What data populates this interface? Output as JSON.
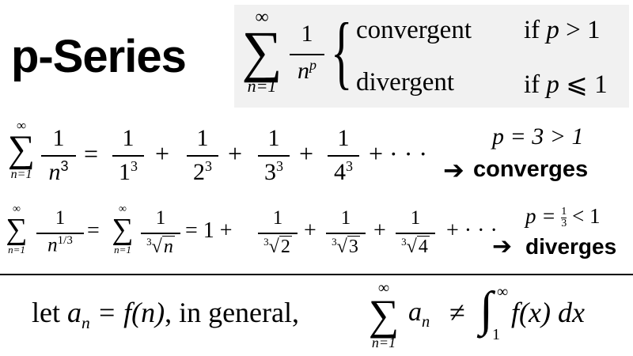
{
  "title": "p-Series",
  "header": {
    "sum_upper": "∞",
    "sum_lower": "n=1",
    "frac_num": "1",
    "frac_den_base": "n",
    "frac_den_exp": "p",
    "case1_label": "convergent",
    "case1_cond_if": "if",
    "case1_cond_var": "p",
    "case1_cond_rel": "> 1",
    "case2_label": "divergent",
    "case2_cond_if": "if",
    "case2_cond_var": "p",
    "case2_cond_rel": "⩽ 1"
  },
  "example1": {
    "sum_upper": "∞",
    "sum_lower": "n=1",
    "lhs_num": "1",
    "lhs_den_base": "n",
    "lhs_den_exp": "3",
    "equals": "=",
    "terms": [
      {
        "num": "1",
        "den_base": "1",
        "den_exp": "3"
      },
      {
        "num": "1",
        "den_base": "2",
        "den_exp": "3"
      },
      {
        "num": "1",
        "den_base": "3",
        "den_exp": "3"
      },
      {
        "num": "1",
        "den_base": "4",
        "den_exp": "3"
      }
    ],
    "plus": "+",
    "ellipsis": "+ · · ·",
    "condition": "p = 3 > 1",
    "arrow": "➔",
    "result": "converges"
  },
  "example2": {
    "sum_upper": "∞",
    "sum_lower": "n=1",
    "lhs_num": "1",
    "lhs_den_base": "n",
    "lhs_den_exp": "1/3",
    "equals": "=",
    "sum2_upper": "∞",
    "sum2_lower": "n=1",
    "mid_num": "1",
    "mid_den_index": "3",
    "mid_den_radicand": "n",
    "equals2": "= 1 +",
    "terms": [
      {
        "num": "1",
        "index": "3",
        "radicand": "2"
      },
      {
        "num": "1",
        "index": "3",
        "radicand": "3"
      },
      {
        "num": "1",
        "index": "3",
        "radicand": "4"
      }
    ],
    "plus": "+",
    "ellipsis": "+ · · ·",
    "condition_var": "p =",
    "condition_num": "1",
    "condition_den": "3",
    "condition_rel": "< 1",
    "arrow": "➔",
    "result": "diverges"
  },
  "footer": {
    "text_let": "let",
    "a_base": "a",
    "a_sub": "n",
    "eq_fn": "= f(n)",
    "text_general": ", in general,",
    "sum_upper": "∞",
    "sum_lower": "n=1",
    "sum_term_base": "a",
    "sum_term_sub": "n",
    "neq": "≠",
    "int_upper": "∞",
    "int_lower": "1",
    "integrand": "f(x) dx"
  }
}
